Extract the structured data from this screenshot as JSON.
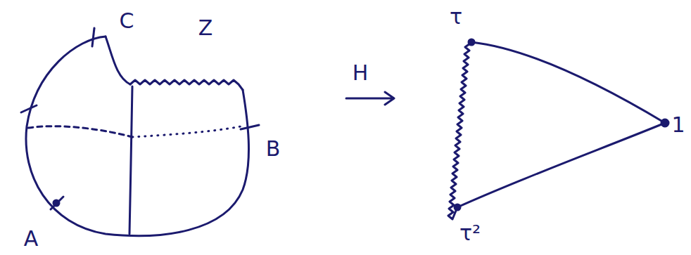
{
  "diagram": {
    "labels": [
      "C",
      "Z",
      "B",
      "A",
      "H",
      "τ",
      "τ²",
      "1"
    ]
  }
}
